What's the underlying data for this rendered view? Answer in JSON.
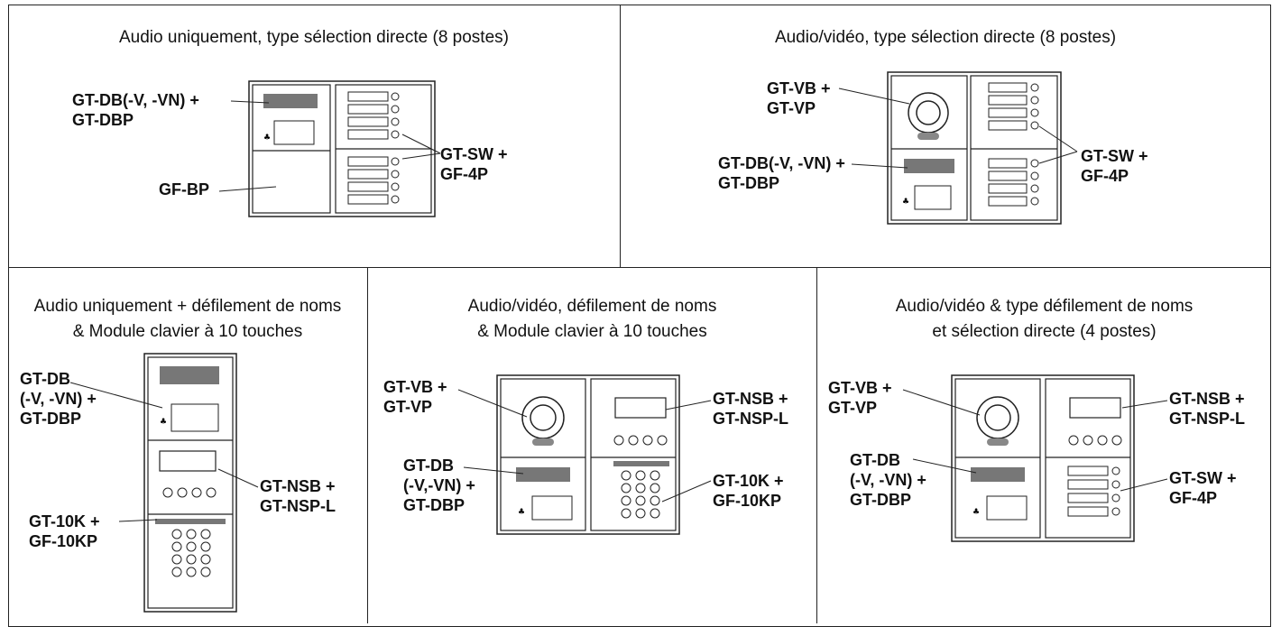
{
  "panels": [
    {
      "title_lines": [
        "Audio uniquement, type sélection directe (8 postes)"
      ],
      "labels": [
        {
          "lines": [
            "GT-DB(-V, -VN) +",
            "GT-DBP"
          ]
        },
        {
          "lines": [
            "GF-BP"
          ]
        },
        {
          "lines": [
            "GT-SW +",
            "GF-4P"
          ]
        }
      ]
    },
    {
      "title_lines": [
        "Audio/vidéo, type sélection directe (8 postes)"
      ],
      "labels": [
        {
          "lines": [
            "GT-VB +",
            "GT-VP"
          ]
        },
        {
          "lines": [
            "GT-DB(-V, -VN) +",
            "GT-DBP"
          ]
        },
        {
          "lines": [
            "GT-SW +",
            "GF-4P"
          ]
        }
      ]
    },
    {
      "title_lines": [
        "Audio uniquement + défilement de noms",
        "& Module clavier à 10 touches"
      ],
      "labels": [
        {
          "lines": [
            "GT-DB",
            "(-V, -VN) +",
            "GT-DBP"
          ]
        },
        {
          "lines": [
            "GT-NSB +",
            "GT-NSP-L"
          ]
        },
        {
          "lines": [
            "GT-10K +",
            "GF-10KP"
          ]
        }
      ]
    },
    {
      "title_lines": [
        "Audio/vidéo, défilement de noms",
        "& Module clavier à 10 touches"
      ],
      "labels": [
        {
          "lines": [
            "GT-VB +",
            "GT-VP"
          ]
        },
        {
          "lines": [
            "GT-DB",
            "(-V,-VN) +",
            "GT-DBP"
          ]
        },
        {
          "lines": [
            "GT-NSB +",
            "GT-NSP-L"
          ]
        },
        {
          "lines": [
            "GT-10K +",
            "GF-10KP"
          ]
        }
      ]
    },
    {
      "title_lines": [
        "Audio/vidéo & type défilement de noms",
        "et sélection directe (4 postes)"
      ],
      "labels": [
        {
          "lines": [
            "GT-VB +",
            "GT-VP"
          ]
        },
        {
          "lines": [
            "GT-DB",
            "(-V, -VN) +",
            "GT-DBP"
          ]
        },
        {
          "lines": [
            "GT-NSB +",
            "GT-NSP-L"
          ]
        },
        {
          "lines": [
            "GT-SW +",
            "GF-4P"
          ]
        }
      ]
    }
  ]
}
